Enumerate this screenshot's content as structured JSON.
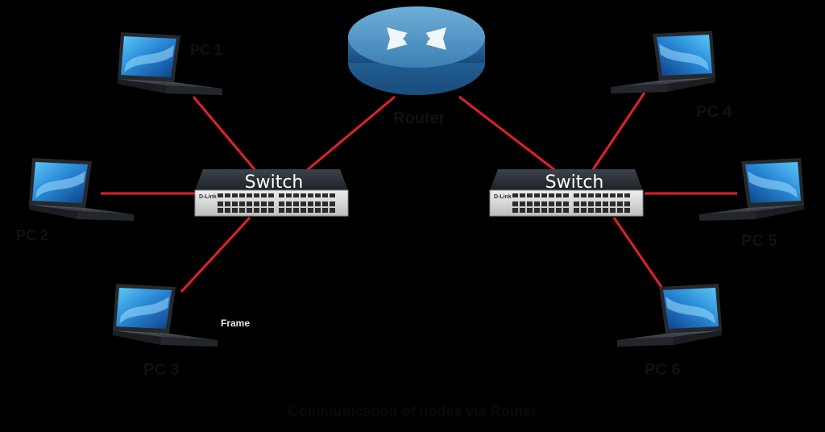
{
  "diagram": {
    "caption": "Communication of nodes via Router",
    "frame_label": "Frame",
    "router": {
      "name": "",
      "label": "Router",
      "icon": "router-icon"
    },
    "switches": [
      {
        "id": "switch-left",
        "label": "Switch",
        "brand": "D-Link"
      },
      {
        "id": "switch-right",
        "label": "Switch",
        "brand": "D-Link"
      }
    ],
    "computers": [
      {
        "id": "pc-1",
        "label": "PC 1"
      },
      {
        "id": "pc-2",
        "label": "PC 2"
      },
      {
        "id": "pc-3",
        "label": "PC 3"
      },
      {
        "id": "pc-4",
        "label": "PC 4"
      },
      {
        "id": "pc-5",
        "label": "PC 5"
      },
      {
        "id": "pc-6",
        "label": "PC 6"
      }
    ],
    "link_color": "#e3202a",
    "label_color": "#111111"
  }
}
